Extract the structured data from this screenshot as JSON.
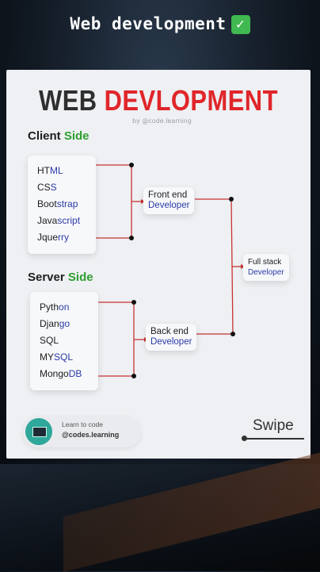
{
  "caption": {
    "text": "Web development",
    "check_icon": "check-mark-icon"
  },
  "card": {
    "title_part1": "WEB",
    "title_part2": "DEVLOPMENT",
    "byline": "by @code.learning",
    "client": {
      "label_a": "Client",
      "label_b": "Side",
      "items": [
        {
          "a": "HT",
          "b": "ML"
        },
        {
          "a": "CS",
          "b": "S"
        },
        {
          "a": "Boot",
          "b": "strap"
        },
        {
          "a": "Java",
          "b": "script"
        },
        {
          "a": "Jque",
          "b": "rry"
        }
      ]
    },
    "server": {
      "label_a": "Server",
      "label_b": "Side",
      "items": [
        {
          "a": "Pyth",
          "b": "on"
        },
        {
          "a": "Djan",
          "b": "go"
        },
        {
          "a": "SQL",
          "b": ""
        },
        {
          "a": "MY",
          "b": "SQL"
        },
        {
          "a": "Mongo",
          "b": "DB"
        }
      ]
    },
    "front": {
      "line1": "Front end",
      "line2": "Developer"
    },
    "back": {
      "line1": "Back end",
      "line2": "Developer"
    },
    "full": {
      "line1": "Full stack",
      "line2": "Developer"
    },
    "footer": {
      "learn": "Learn to code",
      "handle": "@codes.learning",
      "swipe": "Swipe"
    }
  },
  "colors": {
    "accent_red": "#e0262a",
    "accent_green": "#2f9e2f",
    "accent_blue": "#2b3aa8"
  }
}
